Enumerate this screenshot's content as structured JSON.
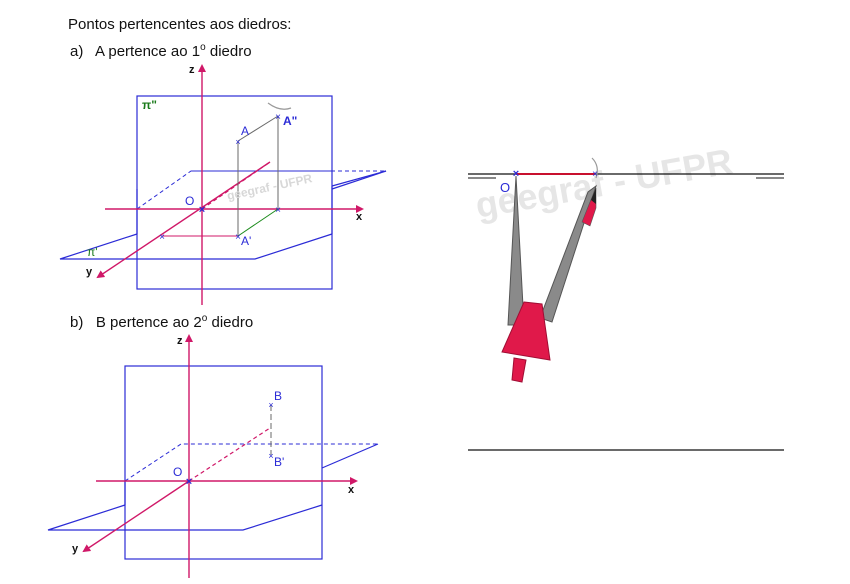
{
  "heading": "Pontos pertencentes aos diedros:",
  "item_a": {
    "letter": "a)",
    "text": "A pertence ao 1",
    "sup": "o",
    "tail": " diedro"
  },
  "item_b": {
    "letter": "b)",
    "text": "B pertence ao 2",
    "sup": "o",
    "tail": " diedro"
  },
  "fig_a": {
    "axis_x": "x",
    "axis_y": "y",
    "axis_z": "z",
    "origin": "O",
    "plane_vertical": "π\"",
    "plane_horizontal": "π'",
    "point": "A",
    "proj_vertical": "A\"",
    "proj_horizontal": "A'",
    "watermark": "geegraf - UFPR"
  },
  "fig_b": {
    "axis_x": "x",
    "axis_y": "y",
    "axis_z": "z",
    "origin": "O",
    "point": "B",
    "proj_horizontal": "B'"
  },
  "epure": {
    "origin": "O",
    "watermark": "geegraf - UFPR"
  },
  "colors": {
    "plane": "#2b2bd6",
    "axis": "#d01868",
    "proj_line": "#6a6a6a",
    "ground_line": "#c8102e",
    "compass_gray": "#8a8a8a",
    "compass_red": "#e0194a",
    "plane_label": "#1a7a1a"
  }
}
